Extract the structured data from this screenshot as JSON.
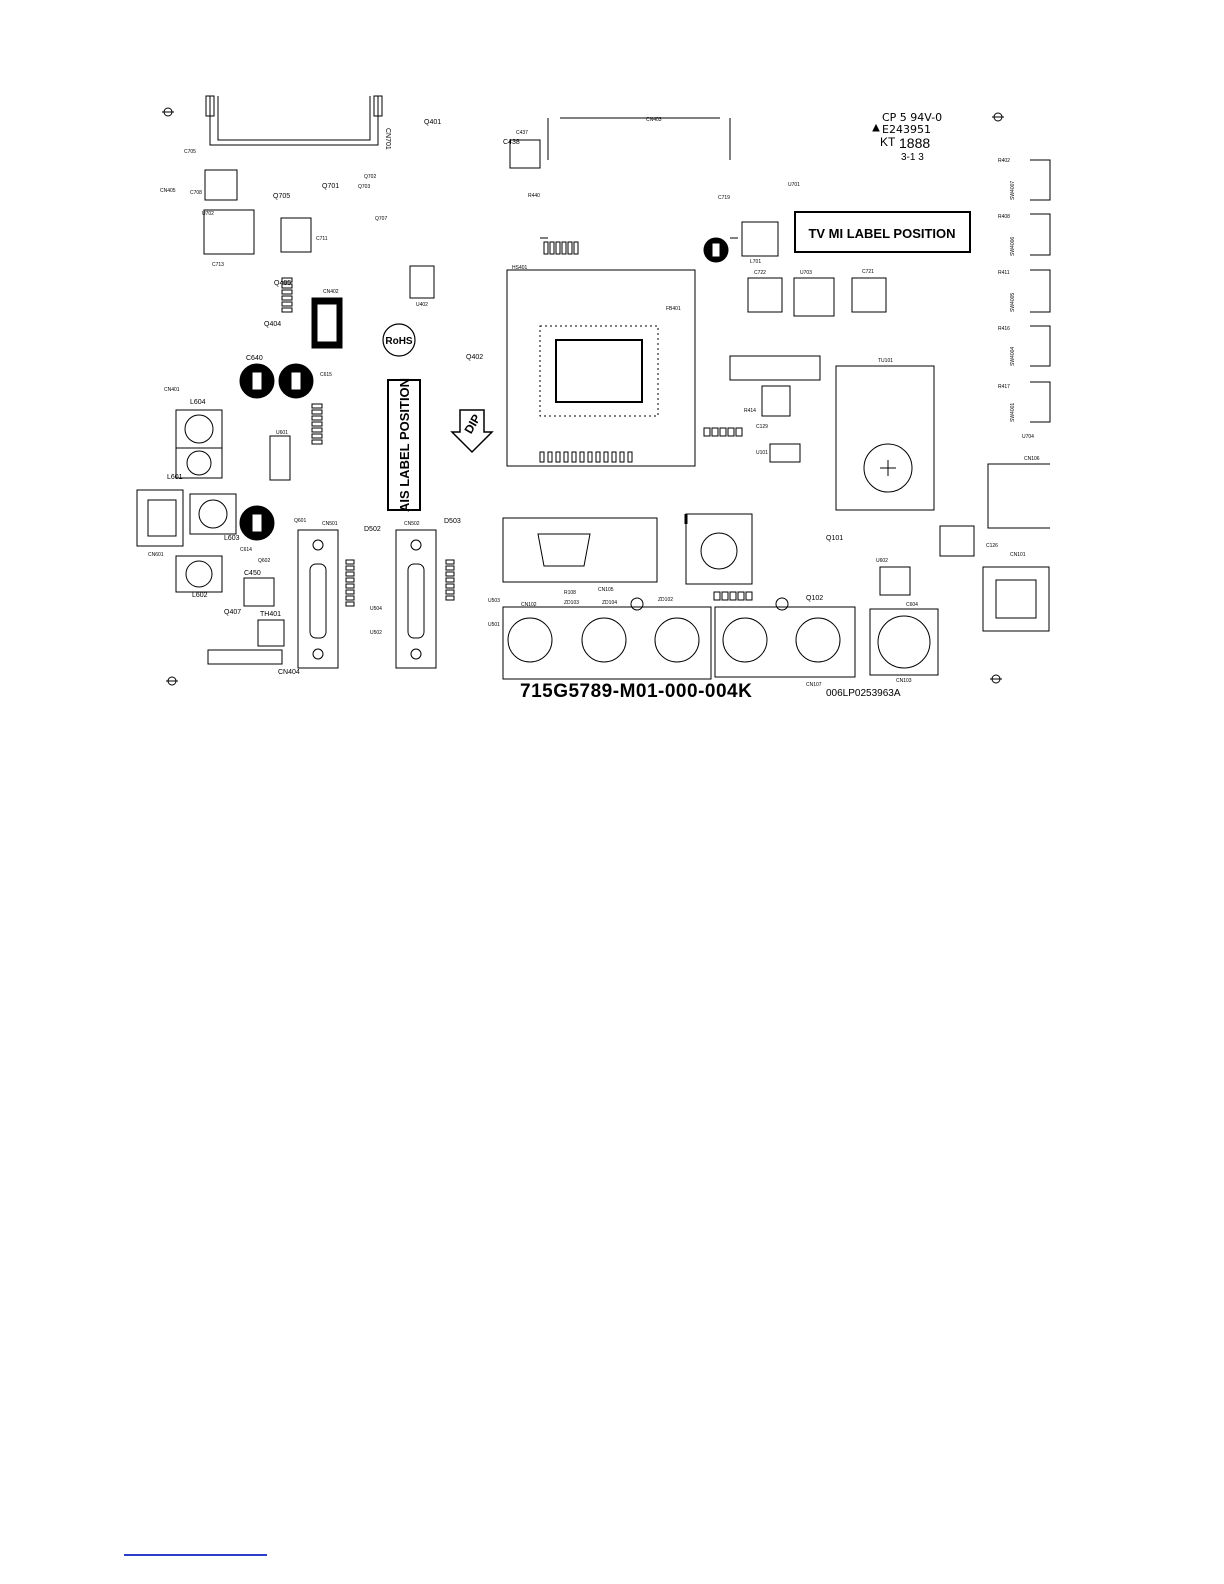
{
  "board": {
    "part_number": "715G5789-M01-000-004K",
    "sub_number": "006LP0253963A",
    "tv_label": "TV MI LABEL POSITION",
    "ais_label": "AIS LABEL POSITION",
    "dip_label": "DIP",
    "rohs_label": "RoHS",
    "ul_mark": "CP 5 94V-0",
    "ul_file": "E243951",
    "kt_code": "KT",
    "date_code": "1888",
    "date_code_sub": "3-1   3"
  },
  "components": {
    "cn701": "CN701",
    "q401": "Q401",
    "cn403": "CN403",
    "c437": "C437",
    "c438": "C438",
    "u701": "U701",
    "r440": "R440",
    "cn402": "CN402",
    "q405": "Q405",
    "q404": "Q404",
    "c640": "C640",
    "c615": "C615",
    "cn401": "CN401",
    "l604": "L604",
    "l601": "L601",
    "cn601": "CN601",
    "l602": "L602",
    "l603": "L603",
    "c614": "C614",
    "c450": "C450",
    "q407": "Q407",
    "th401": "TH401",
    "cn404": "CN404",
    "cn501": "CN501",
    "cn502": "CN502",
    "d502": "D502",
    "d503": "D503",
    "q402": "Q402",
    "u402": "U402",
    "hs401": "HS401",
    "u703": "U703",
    "c721": "C721",
    "c722": "C722",
    "tu101": "TU101",
    "c129": "C129",
    "u101": "U101",
    "cn105": "CN105",
    "cn102": "CN102",
    "cn107": "CN107",
    "cn103": "CN103",
    "q101": "Q101",
    "q102": "Q102",
    "cn101": "CN101",
    "c126": "C126",
    "cn106": "CN106",
    "u704": "U704",
    "sw4007": "SW4007",
    "sw4006": "SW4006",
    "sw4005": "SW4005",
    "sw4004": "SW4004",
    "sw4001": "SW4001",
    "r402": "R402",
    "r408": "R408",
    "r411": "R411",
    "r416": "R416",
    "r417": "R417",
    "l701": "L701",
    "c719": "C719",
    "c711": "C711",
    "c713": "C713",
    "c708": "C708",
    "c705": "C705",
    "q705": "Q705",
    "q701": "Q701",
    "q702": "Q702",
    "q703": "Q703",
    "q707": "Q707",
    "cn405": "CN405",
    "u702": "U702",
    "u601": "U601",
    "q601": "Q601",
    "q602": "Q602",
    "u503": "U503",
    "u501": "U501",
    "u504": "U504",
    "u502": "U502",
    "zd103": "ZD103",
    "zd104": "ZD104",
    "zd102": "ZD102",
    "r108": "R108",
    "c604": "C604",
    "u602": "U602",
    "fb401": "FB401",
    "r414": "R414"
  },
  "colors": {
    "ink": "#000000",
    "paper": "#ffffff",
    "link_underline": "#2a3ec9"
  }
}
